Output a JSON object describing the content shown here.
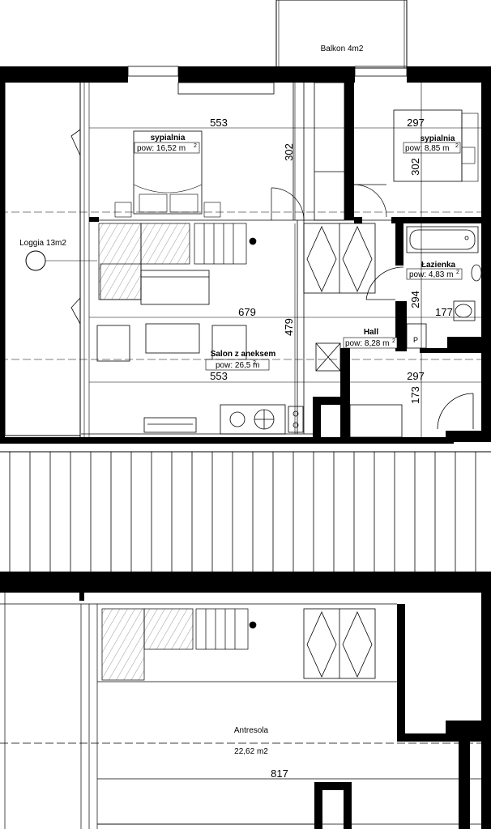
{
  "balcony": {
    "label": "Balkon 4m2"
  },
  "loggia": {
    "label": "Loggia 13m2"
  },
  "bedroom_main": {
    "name": "sypialnia",
    "area": "pow: 16,52 m",
    "width_dim": "553",
    "height_dim": "302"
  },
  "bedroom_small": {
    "name": "sypialnia",
    "area": "pow: 8,85 m",
    "width_dim": "297",
    "height_dim": "302"
  },
  "bathroom": {
    "name": "Łazienka",
    "area": "pow: 4,83 m",
    "height_dim": "294",
    "width_dim": "177"
  },
  "living": {
    "name": "Salon z aneksem",
    "area": "pow: 26,5 m",
    "width_dim": "679",
    "height_dim": "479",
    "width_dim_2": "553"
  },
  "hall": {
    "name": "Hall",
    "area": "pow: 8,28 m",
    "width_dim": "297",
    "height_dim": "173",
    "closet_label": "P"
  },
  "mezzanine": {
    "name": "Antresola",
    "area": "22,62 m2",
    "width_dim": "817"
  },
  "superscript": "2"
}
